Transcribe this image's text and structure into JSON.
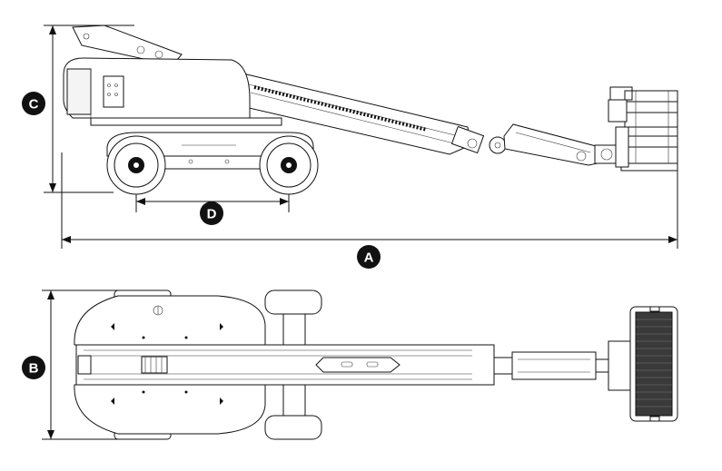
{
  "figure": {
    "description_labels": {
      "A": "A",
      "B": "B",
      "C": "C",
      "D": "D"
    }
  },
  "colors": {
    "line": "#111111",
    "body_fill": "#f4f4f4",
    "label_fill": "#111111",
    "label_text": "#ffffff"
  }
}
